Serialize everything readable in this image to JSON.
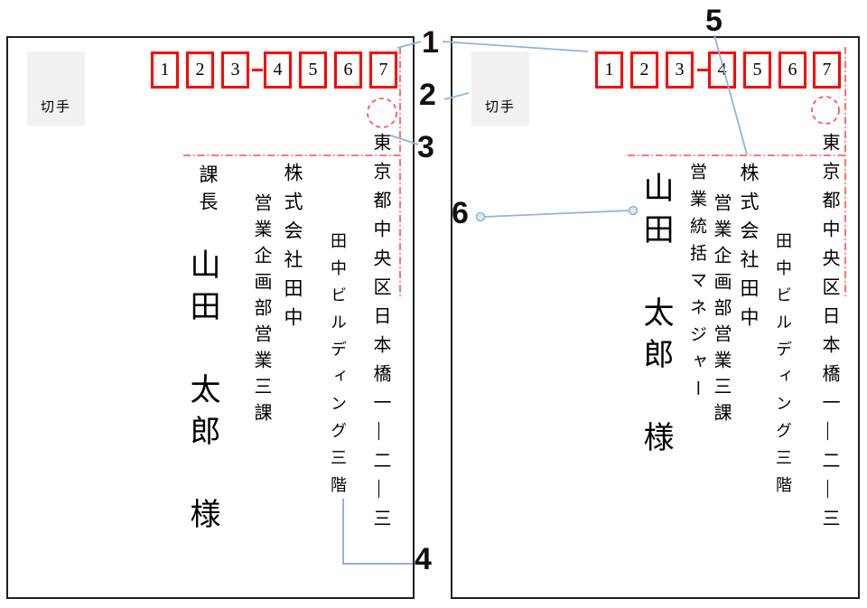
{
  "colors": {
    "box_red": "#ff0000",
    "guide_red": "#ff4a4a",
    "callout_blue": "#93b3d8",
    "callout_fill": "#dce8f5",
    "envelope_border": "#1f1f1f",
    "stamp_bg": "#f1f1f1",
    "ink": "#000000"
  },
  "annotations": {
    "labels": [
      "1",
      "2",
      "3",
      "4",
      "5",
      "6"
    ]
  },
  "envelopes": {
    "left": {
      "stamp_label": "切手",
      "postal_digits": [
        "1",
        "2",
        "3",
        "4",
        "5",
        "6",
        "7"
      ],
      "address": "東京都中央区日本橋一―二―三",
      "building": "田中ビルディング三階",
      "company": "株式会社田中",
      "department": "営業企画部営業三課",
      "recipient_title": "課長",
      "recipient_name": "山田　太郎　様"
    },
    "right": {
      "stamp_label": "切手",
      "postal_digits": [
        "1",
        "2",
        "3",
        "4",
        "5",
        "6",
        "7"
      ],
      "address": "東京都中央区日本橋一―二―三",
      "building": "田中ビルディング三階",
      "company": "株式会社田中",
      "department": "営業企画部営業三課",
      "recipient_role": "営業統括マネジャー",
      "recipient_name": "山田　太郎　様"
    }
  }
}
